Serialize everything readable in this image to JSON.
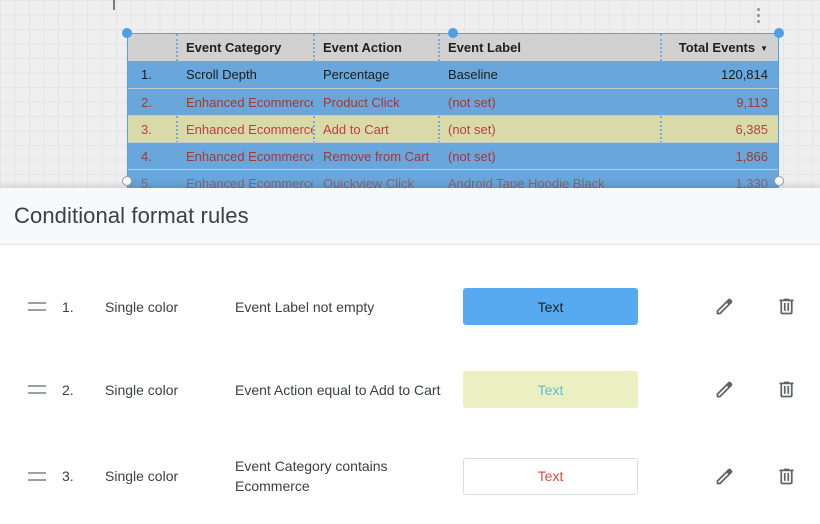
{
  "canvas": {
    "more_options_icon": "kebab-menu"
  },
  "table": {
    "headers": {
      "row_number": "",
      "category": "Event Category",
      "action": "Event Action",
      "label": "Event Label",
      "total": "Total Events",
      "sort_arrow": "▼"
    },
    "rows": [
      {
        "num": "1.",
        "category": "Scroll Depth",
        "action": "Percentage",
        "label": "Baseline",
        "total": "120,814"
      },
      {
        "num": "2.",
        "category": "Enhanced Ecommerce",
        "action": "Product Click",
        "label": "(not set)",
        "total": "9,113"
      },
      {
        "num": "3.",
        "category": "Enhanced Ecommerce",
        "action": "Add to Cart",
        "label": "(not set)",
        "total": "6,385"
      },
      {
        "num": "4.",
        "category": "Enhanced Ecommerce",
        "action": "Remove from Cart",
        "label": "(not set)",
        "total": "1,866"
      },
      {
        "num": "5.",
        "category": "Enhanced Ecommerce",
        "action": "Quickview Click",
        "label": "Android Tape Hoodie Black",
        "total": "1,330"
      }
    ],
    "styles": {
      "header_bg": "#d1d1d1",
      "blue_bg": "#68a6dc",
      "khaki_bg": "#d8daa8",
      "dark_text": "#1d1d1d",
      "red_text": "#9e3b33",
      "khaki_red_text": "#bf4036"
    }
  },
  "panel": {
    "title": "Conditional format rules",
    "rules": [
      {
        "index": "1.",
        "type": "Single color",
        "condition": "Event Label not empty",
        "swatch": {
          "label": "Text",
          "bg": "#57aaef",
          "color": "#202124",
          "border": "#57aaef"
        }
      },
      {
        "index": "2.",
        "type": "Single color",
        "condition": "Event Action equal to Add to Cart",
        "swatch": {
          "label": "Text",
          "bg": "#ebefc1",
          "color": "#5bc2d7",
          "border": "#ebefc1"
        }
      },
      {
        "index": "3.",
        "type": "Single color",
        "condition": "Event Category contains Ecommerce",
        "swatch": {
          "label": "Text",
          "bg": "#ffffff",
          "color": "#e1483f",
          "border": "#dadce0"
        }
      }
    ]
  }
}
